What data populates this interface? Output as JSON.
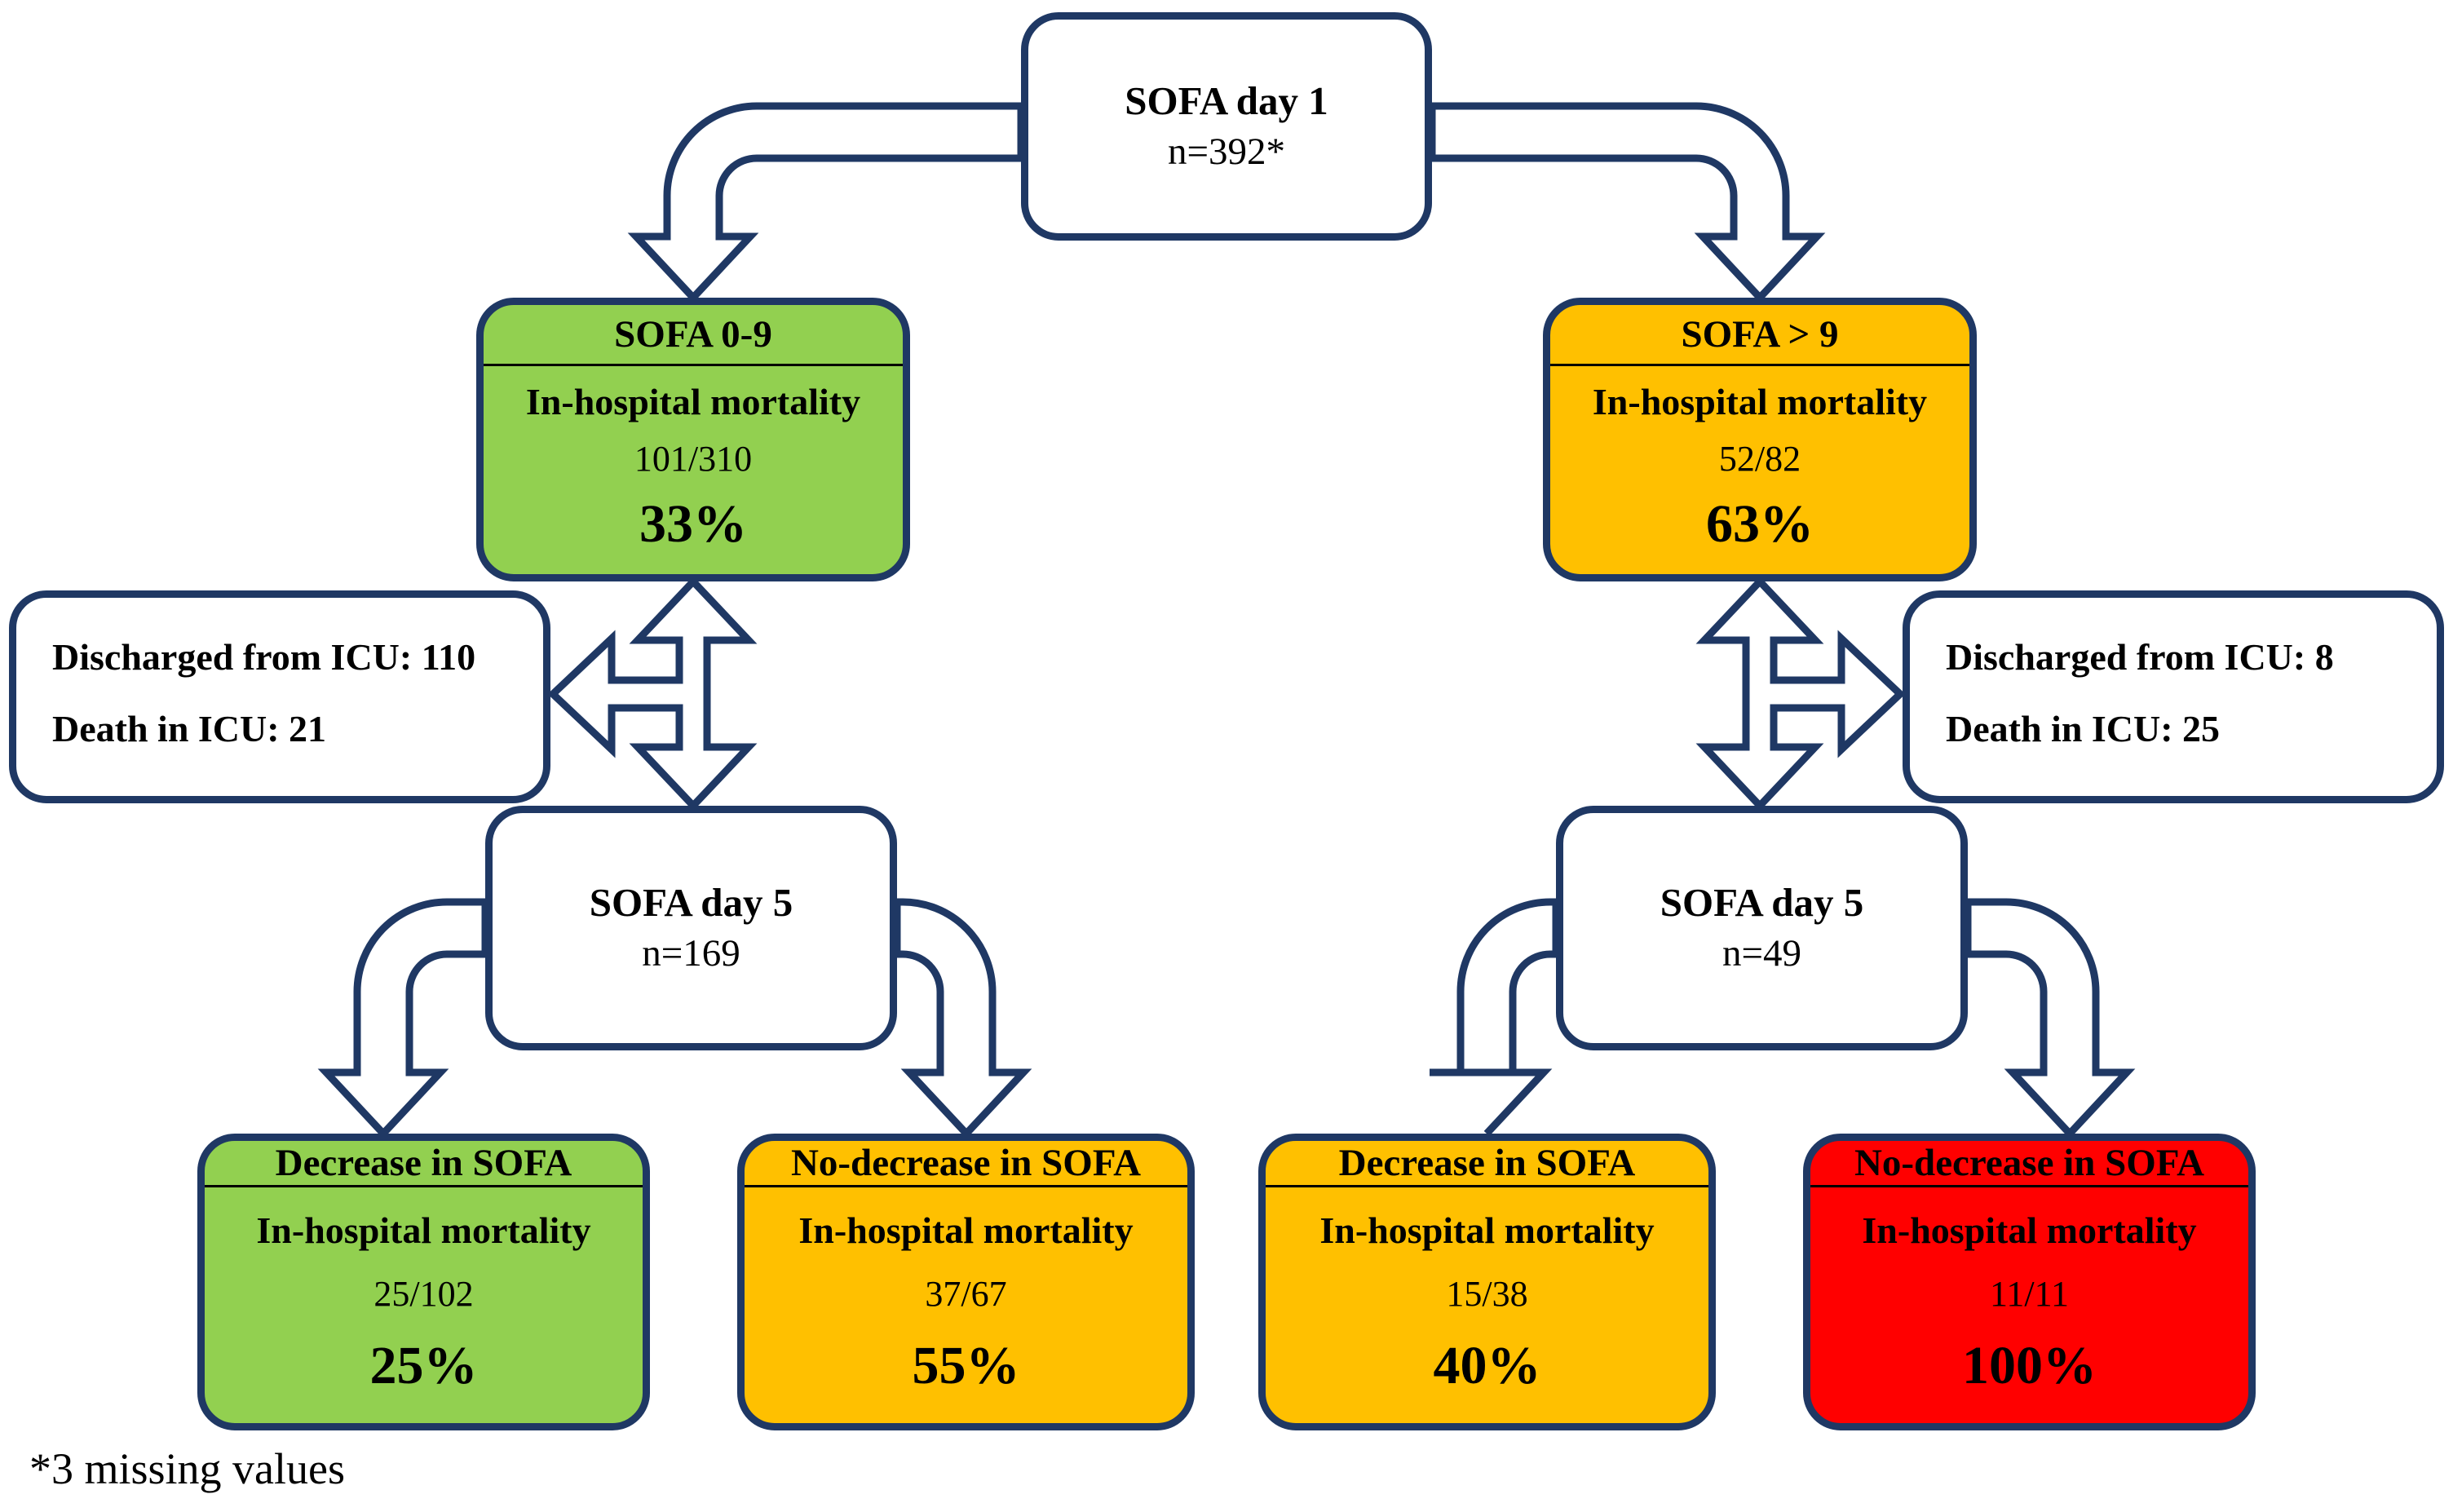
{
  "palette": {
    "green": "#92D050",
    "gold": "#FFC000",
    "red": "#FF0000",
    "navy": "#1F3864",
    "text": "#000000",
    "background": "#FFFFFF"
  },
  "footnote": "*3 missing values",
  "nodes": {
    "root": {
      "title": "SOFA day 1",
      "n": "n=392*"
    },
    "group_low": {
      "title": "SOFA 0-9",
      "label": "In-hospital mortality",
      "fraction": "101/310",
      "percent": "33%"
    },
    "group_high": {
      "title": "SOFA > 9",
      "label": "In-hospital mortality",
      "fraction": "52/82",
      "percent": "63%"
    },
    "icu_low": {
      "line1": "Discharged from ICU: 110",
      "line2": "Death in ICU: 21"
    },
    "icu_high": {
      "line1": "Discharged from ICU: 8",
      "line2": "Death in ICU: 25"
    },
    "day5_low": {
      "title": "SOFA day 5",
      "n": "n=169"
    },
    "day5_high": {
      "title": "SOFA day 5",
      "n": "n=49"
    },
    "low_decrease": {
      "title": "Decrease in SOFA",
      "label": "In-hospital mortality",
      "fraction": "25/102",
      "percent": "25%"
    },
    "low_nodecrease": {
      "title": "No-decrease in SOFA",
      "label": "In-hospital mortality",
      "fraction": "37/67",
      "percent": "55%"
    },
    "high_decrease": {
      "title": "Decrease in SOFA",
      "label": "In-hospital mortality",
      "fraction": "15/38",
      "percent": "40%"
    },
    "high_nodecrease": {
      "title": "No-decrease in SOFA",
      "label": "In-hospital mortality",
      "fraction": "11/11",
      "percent": "100%"
    }
  }
}
